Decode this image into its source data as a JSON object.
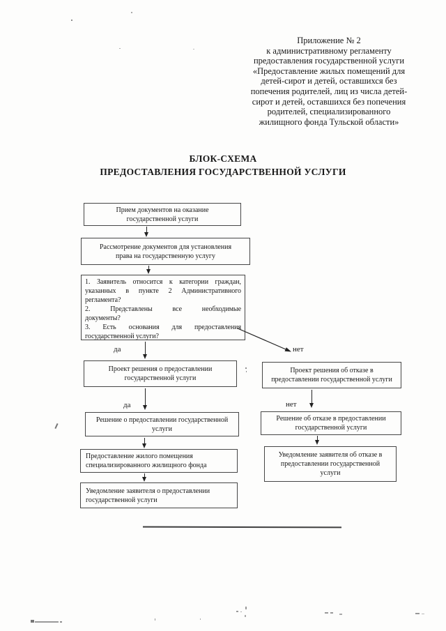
{
  "appendix": {
    "lines": [
      "Приложение № 2",
      "к административному регламенту",
      "предоставления государственной услуги",
      "«Предоставление жилых помещений для",
      "детей-сирот и детей, оставшихся без",
      "попечения родителей, лиц из числа детей-",
      "сирот и детей, оставшихся без попечения",
      "родителей, специализированного",
      "жилищного фонда Тульской области»"
    ]
  },
  "title": {
    "line1": "БЛОК-СХЕМА",
    "line2": "ПРЕДОСТАВЛЕНИЯ ГОСУДАРСТВЕННОЙ УСЛУГИ"
  },
  "flow": {
    "receive": {
      "lines": [
        "Прием документов на оказание",
        "государственной услуги"
      ]
    },
    "review": {
      "lines": [
        "Рассмотрение документов для установления",
        "права на государственную услугу"
      ]
    },
    "decision": {
      "lines": [
        "1. Заявитель относится к категории граждан,",
        "указанных в пункте 2 Административного",
        "регламента?",
        "2. Представлены все необходимые",
        "документы?",
        "3. Есть основания для предоставления",
        "государственной услуги?"
      ]
    },
    "draft_grant": {
      "lines": [
        "Проект решения о предоставлении",
        "государственной услуги"
      ]
    },
    "draft_refusal": {
      "lines": [
        "Проект решения об отказе в",
        "предоставлении государственной услуги"
      ]
    },
    "grant_decision": {
      "lines": [
        "Решение о предоставлении государственной",
        "услуги"
      ]
    },
    "refusal_decision": {
      "lines": [
        "Решение об отказе в предоставлении",
        "государственной услуги"
      ]
    },
    "provide_housing": {
      "lines": [
        "Предоставление жилого помещения",
        "специализированного жилищного фонда"
      ]
    },
    "notify_grant": {
      "lines": [
        "Уведомление заявителя о предоставлении",
        "государственной услуги"
      ]
    },
    "notify_refusal": {
      "lines": [
        "Уведомление заявителя об отказе в",
        "предоставлении государственной",
        "услуги"
      ]
    },
    "labels": {
      "yes1": "да",
      "no1": "нет",
      "yes2": "да",
      "no2": "нет"
    }
  },
  "colors": {
    "ink": "#181818",
    "box_border": "#454545",
    "arrow": "#222222",
    "paper": "#fdfdfc"
  }
}
